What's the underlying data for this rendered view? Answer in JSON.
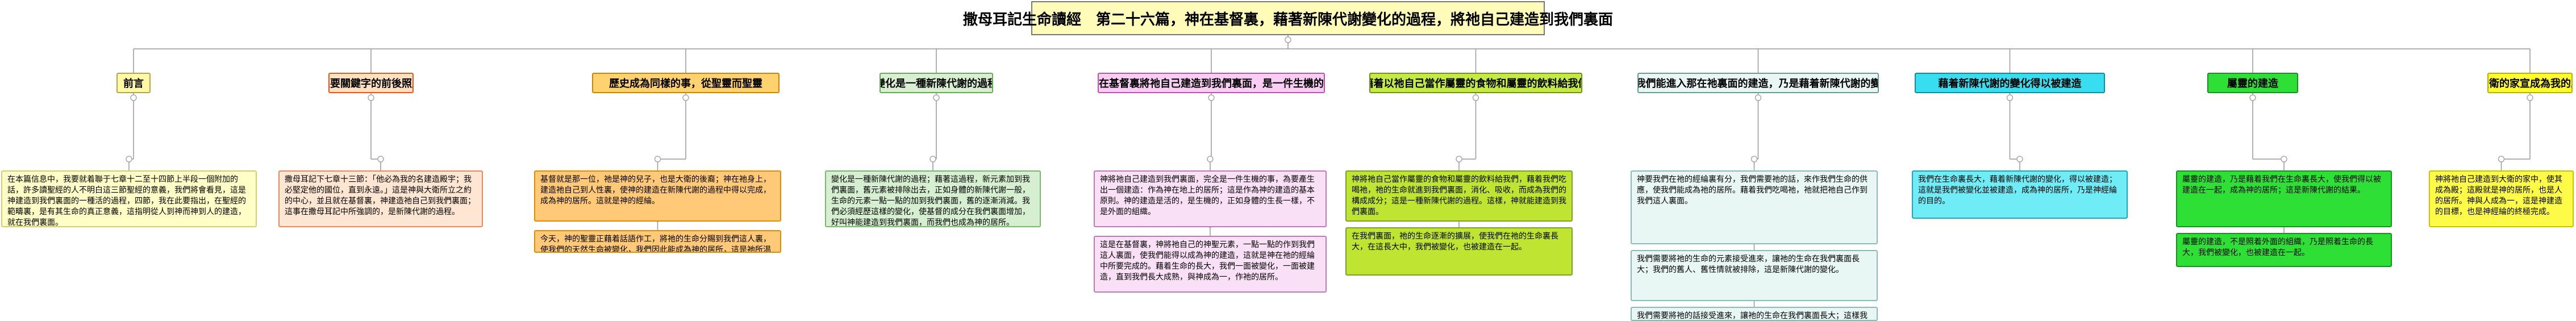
{
  "title": "撒母耳記生命讀經　第二十六篇，神在基督裏，藉著新陳代謝變化的過程，將祂自己建造到我們裏面",
  "branches": [
    {
      "label": "前言",
      "nodes": [
        {
          "text": "在本篇信息中，我要就着聯于七章十二至十四節上半段一個附加的話，許多讀聖經的人不明白這三節聖經的意義，我們將會看見，這是神建造到我們裏面的一種活的過程，四節，我在此要指出，在聖經的範疇裏，是有其生命的真正意義，這指明從人到神而神到人的建造，就在我們裏面。",
          "u": ""
        }
      ]
    },
    {
      "label": "主要關鍵字的前後照應",
      "nodes": [
        {
          "text": "撒母耳記下七章十三節：「他必為我的名建造殿宇；我必堅定他的國位，直到永遠。」這是神與大衛所立之約的中心，並且就在基督裏，神建造祂自己到我們裏面；這事在撒母耳記中所強調的，是新陳代謝的過程。",
          "u": ""
        }
      ]
    },
    {
      "label": "歷史成為同樣的事，從聖靈而聖靈",
      "nodes": [
        {
          "text": "基督就是那一位，祂是神的兒子，也是大衛的後裔；神在祂身上，建造祂自己到人性裏，使神的建造在新陳代謝的過程中得以完成，成為神的居所。這就是神的經綸。",
          "u": ""
        },
        {
          "text": "今天，神的聖靈正藉着話語作工，將祂的生命分賜到我們這人裏，使我們的天然生命被變化，我們因此能成為神的居所，這是祂所渴望的。",
          "u": ""
        }
      ]
    },
    {
      "label": "變化是一種新陳代謝的過程",
      "nodes": [
        {
          "text": "變化是一種新陳代謝的過程；藉著這過程，新元素加到我們裏面，舊元素被排除出去，正如身體的新陳代謝一般，生命的元素一點一點的加到我們裏面，舊的逐漸消減。我們必須經歷這樣的變化，使基督的成分在我們裏面增加，好叫神能建造到我們裏面，而我們也成為神的居所。",
          "u": ""
        }
      ]
    },
    {
      "label": "神在基督裏將祂自己建造到我們裏面，是一件生機的事",
      "nodes": [
        {
          "text": "神將祂自己建造到我們裏面，完全是一件生機的事，為要產生出一個建造：作為神在地上的居所；這是作為神的建造的基本原則。神的建造是活的，是生機的，正如身體的生長一樣，不是外面的組織。",
          "u": ""
        },
        {
          "text": "這是在基督裏，神將祂自己的神聖元素，一點一點的作到我們這人裏面，使我們能得以成為神的建造，這就是神在祂的經綸中所要完成的。藉着生命的長大，我們一面被變化，一面被建造，直到我們長大成熟，與神成為一，作祂的居所。",
          "u": ""
        }
      ]
    },
    {
      "label": "藉着以祂自己當作屬靈的食物和屬靈的飲料給我們",
      "nodes": [
        {
          "text": "神將祂自己當作屬靈的食物和屬靈的飲料給我們，藉着我們吃喝祂，祂的生命就進到我們裏面，消化、吸收，而成為我們的構成成分；這是一種新陳代謝的過程。這樣，神就能建造到我們裏面。",
          "u": ""
        },
        {
          "text": "在我們裏面，祂的生命逐漸的擴展，使我們在祂的生命裏長大，在這長大中，我們被變化，也被建造在一起。",
          "u": ""
        }
      ]
    },
    {
      "label": "叫我們能進入那在祂裏面的建造，乃是藉着新陳代謝的變化",
      "nodes": [
        {
          "text": "神要我們在祂的經綸裏有分，我們需要祂的話，來作我們生命的供應，使我們能成為祂的居所。藉着我們吃喝祂，祂就把祂自己作到我們這人裏面。",
          "u": ""
        },
        {
          "text": "我們需要將祂的生命的元素接受進來，讓祂的生命在我們裏面長大；我們的舊人、舊性情就被排除，這是新陳代謝的變化。",
          "u": ""
        },
        {
          "text": "我們需要將祂的話接受進來，讓祂的生命在我們裏面長大；這樣我們才能被建造成為神的居所；這是一個新陳代謝的過程，也是神的經綸的目標，使神得以建造到我們裏面。",
          "u": ""
        }
      ]
    },
    {
      "label": "藉着新陳代謝的變化得以被建造",
      "nodes": [
        {
          "text": "我們在生命裏長大，藉着新陳代謝的變化，得以被建造；這就是我們被變化並被建造，成為神的居所，乃是神經綸的目的。",
          "u": ""
        }
      ]
    },
    {
      "label": "屬靈的建造",
      "nodes": [
        {
          "text": "屬靈的建造，乃是藉着我們在生命裏長大，使我們得以被建造在一起，成為神的居所；這是新陳代謝的結果。",
          "u": ""
        },
        {
          "text": "屬靈的建造，不是照着外面的組織，乃是照着生命的長大，我們被變化，也被建造在一起。",
          "u": ""
        }
      ]
    },
    {
      "label": "大衛的家宣成為我的殿",
      "nodes": [
        {
          "text": "神將祂自己建造到大衛的家中，使其成為殿；這殿就是神的居所，也是人的居所。神與人成為一，這是神建造的目標，也是神經綸的終極完成。",
          "u": ""
        }
      ]
    }
  ]
}
